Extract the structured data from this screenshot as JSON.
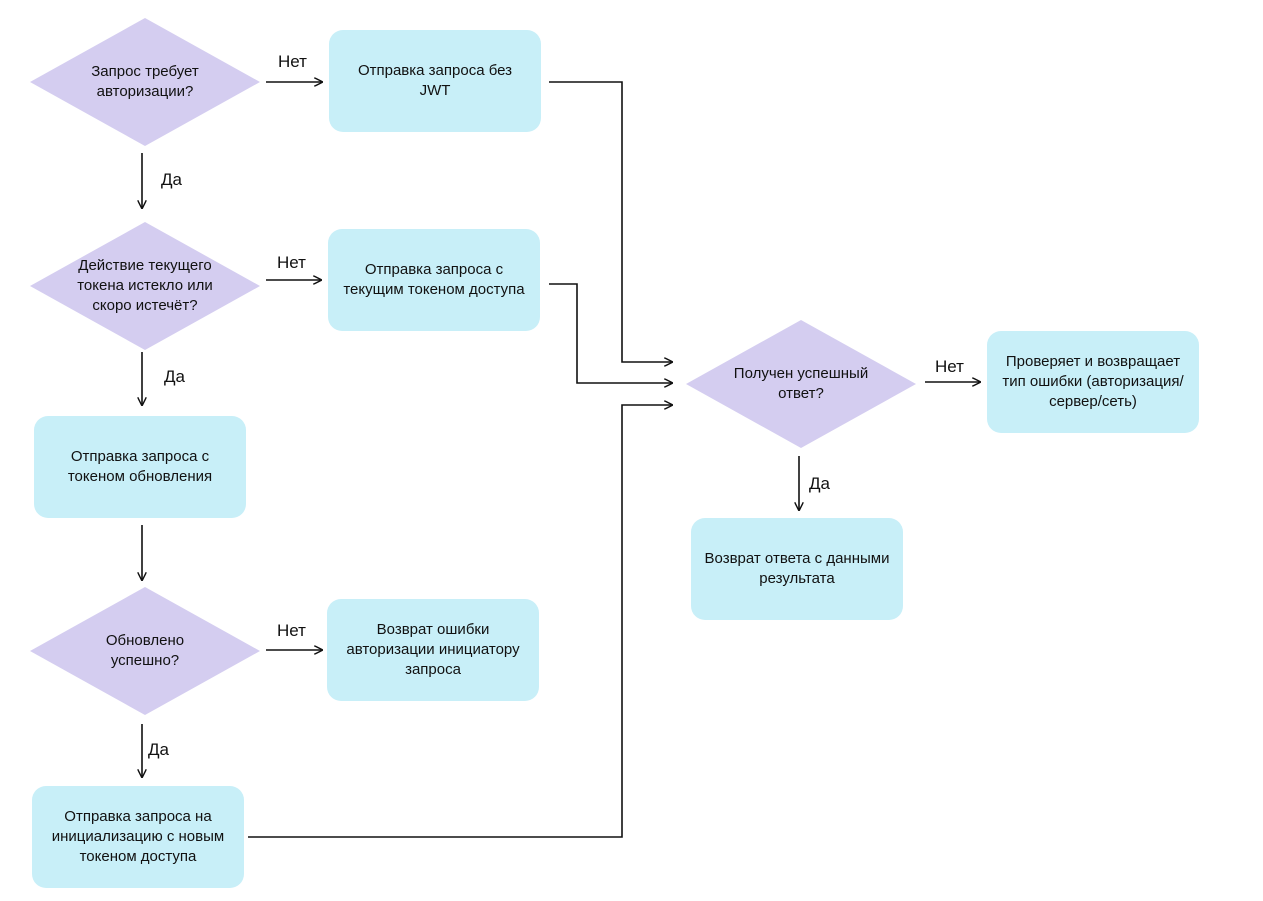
{
  "colors": {
    "box_fill": "#c8eff8",
    "diamond_fill": "#d4cdf0",
    "line": "#111111"
  },
  "nodes": {
    "d1": "Запрос требует авторизации?",
    "b1": "Отправка запроса без JWT",
    "d2": "Действие текущего токена истекло или скоро истечёт?",
    "b2": "Отправка запроса с текущим токеном доступа",
    "b3": "Отправка запроса с токеном обновления",
    "d3": "Обновлено успешно?",
    "b4": "Возврат ошибки авторизации инициатору запроса",
    "b5": "Отправка запроса на инициализацию с новым токеном доступа",
    "d4": "Получен успешный ответ?",
    "b6": "Проверяет и возвращает тип ошибки (авторизация/сервер/сеть)",
    "b7": "Возврат ответа с данными результата"
  },
  "labels": {
    "no": "Нет",
    "yes": "Да"
  }
}
